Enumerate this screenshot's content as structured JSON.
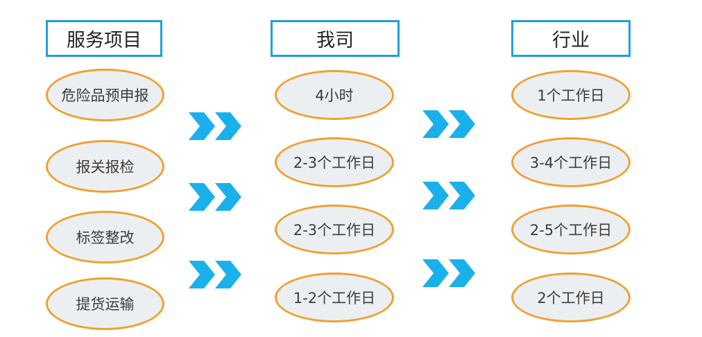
{
  "colors": {
    "header_border": "#1ea0dc",
    "pill_border": "#f0a030",
    "pill_fill": "#eceff2",
    "arrow": "#1ab0ec"
  },
  "columns": [
    {
      "header": "服务项目",
      "items": [
        "危险品预申报",
        "报关报检",
        "标签整改",
        "提货运输"
      ]
    },
    {
      "header": "我司",
      "items": [
        "4小时",
        "2-3个工作日",
        "2-3个工作日",
        "1-2个工作日"
      ]
    },
    {
      "header": "行业",
      "items": [
        "1个工作日",
        "3-4个工作日",
        "2-5个工作日",
        "2个工作日"
      ]
    }
  ],
  "arrow_icon": "double-chevron-right-icon"
}
